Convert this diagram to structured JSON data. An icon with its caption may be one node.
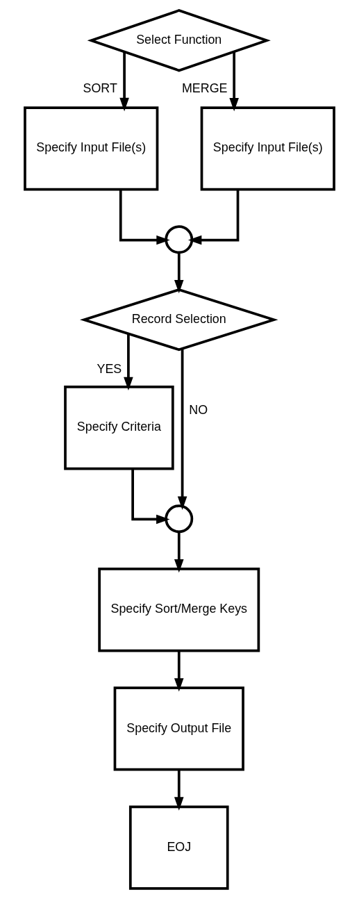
{
  "diagram": {
    "nodes": [
      {
        "text": [
          "Select Function"
        ]
      },
      {
        "text": [
          "Specify Input File(s)"
        ]
      },
      {
        "text": [
          "Specify Input File(s)"
        ]
      },
      {
        "text": [],
        "shape": "circle"
      },
      {
        "text": [
          "Record Selection"
        ]
      },
      {
        "text": [
          "Specify Criteria"
        ]
      },
      {
        "text": [],
        "shape": "circle"
      },
      {
        "text": [
          "Specify Sort/Merge Keys"
        ]
      },
      {
        "text": [
          "Specify Output File"
        ]
      },
      {
        "text": [
          "EOJ"
        ]
      }
    ],
    "edges": [
      {
        "from": 0,
        "to": 1,
        "arrow": "to",
        "label": "SORT"
      },
      {
        "from": 0,
        "to": 2,
        "arrow": "to",
        "label": "MERGE"
      },
      {
        "from": 1,
        "to": 3,
        "arrow": "to"
      },
      {
        "from": 2,
        "to": 3,
        "arrow": "to"
      },
      {
        "from": 3,
        "to": 4,
        "arrow": "to"
      },
      {
        "from": 4,
        "to": 5,
        "arrow": "to",
        "label": "YES"
      },
      {
        "from": 4,
        "to": 6,
        "arrow": "to",
        "label": "NO"
      },
      {
        "from": 5,
        "to": 6,
        "arrow": "to"
      },
      {
        "from": 6,
        "to": 7,
        "arrow": "to"
      },
      {
        "from": 7,
        "to": 8,
        "arrow": "to"
      },
      {
        "from": 8,
        "to": 9,
        "arrow": "to"
      }
    ]
  }
}
